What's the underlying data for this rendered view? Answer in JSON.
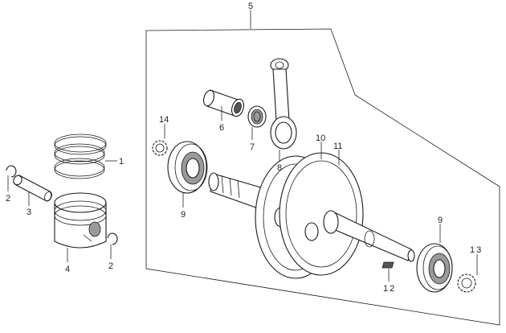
{
  "diagram": {
    "callouts": {
      "c1": "1",
      "c2a": "2",
      "c2b": "2",
      "c3": "3",
      "c4": "4",
      "c5": "5",
      "c6": "6",
      "c7": "7",
      "c8": "8",
      "c9a": "9",
      "c9b": "9",
      "c10": "10",
      "c11": "11",
      "c12": "12",
      "c13": "13",
      "c14": "14"
    }
  }
}
